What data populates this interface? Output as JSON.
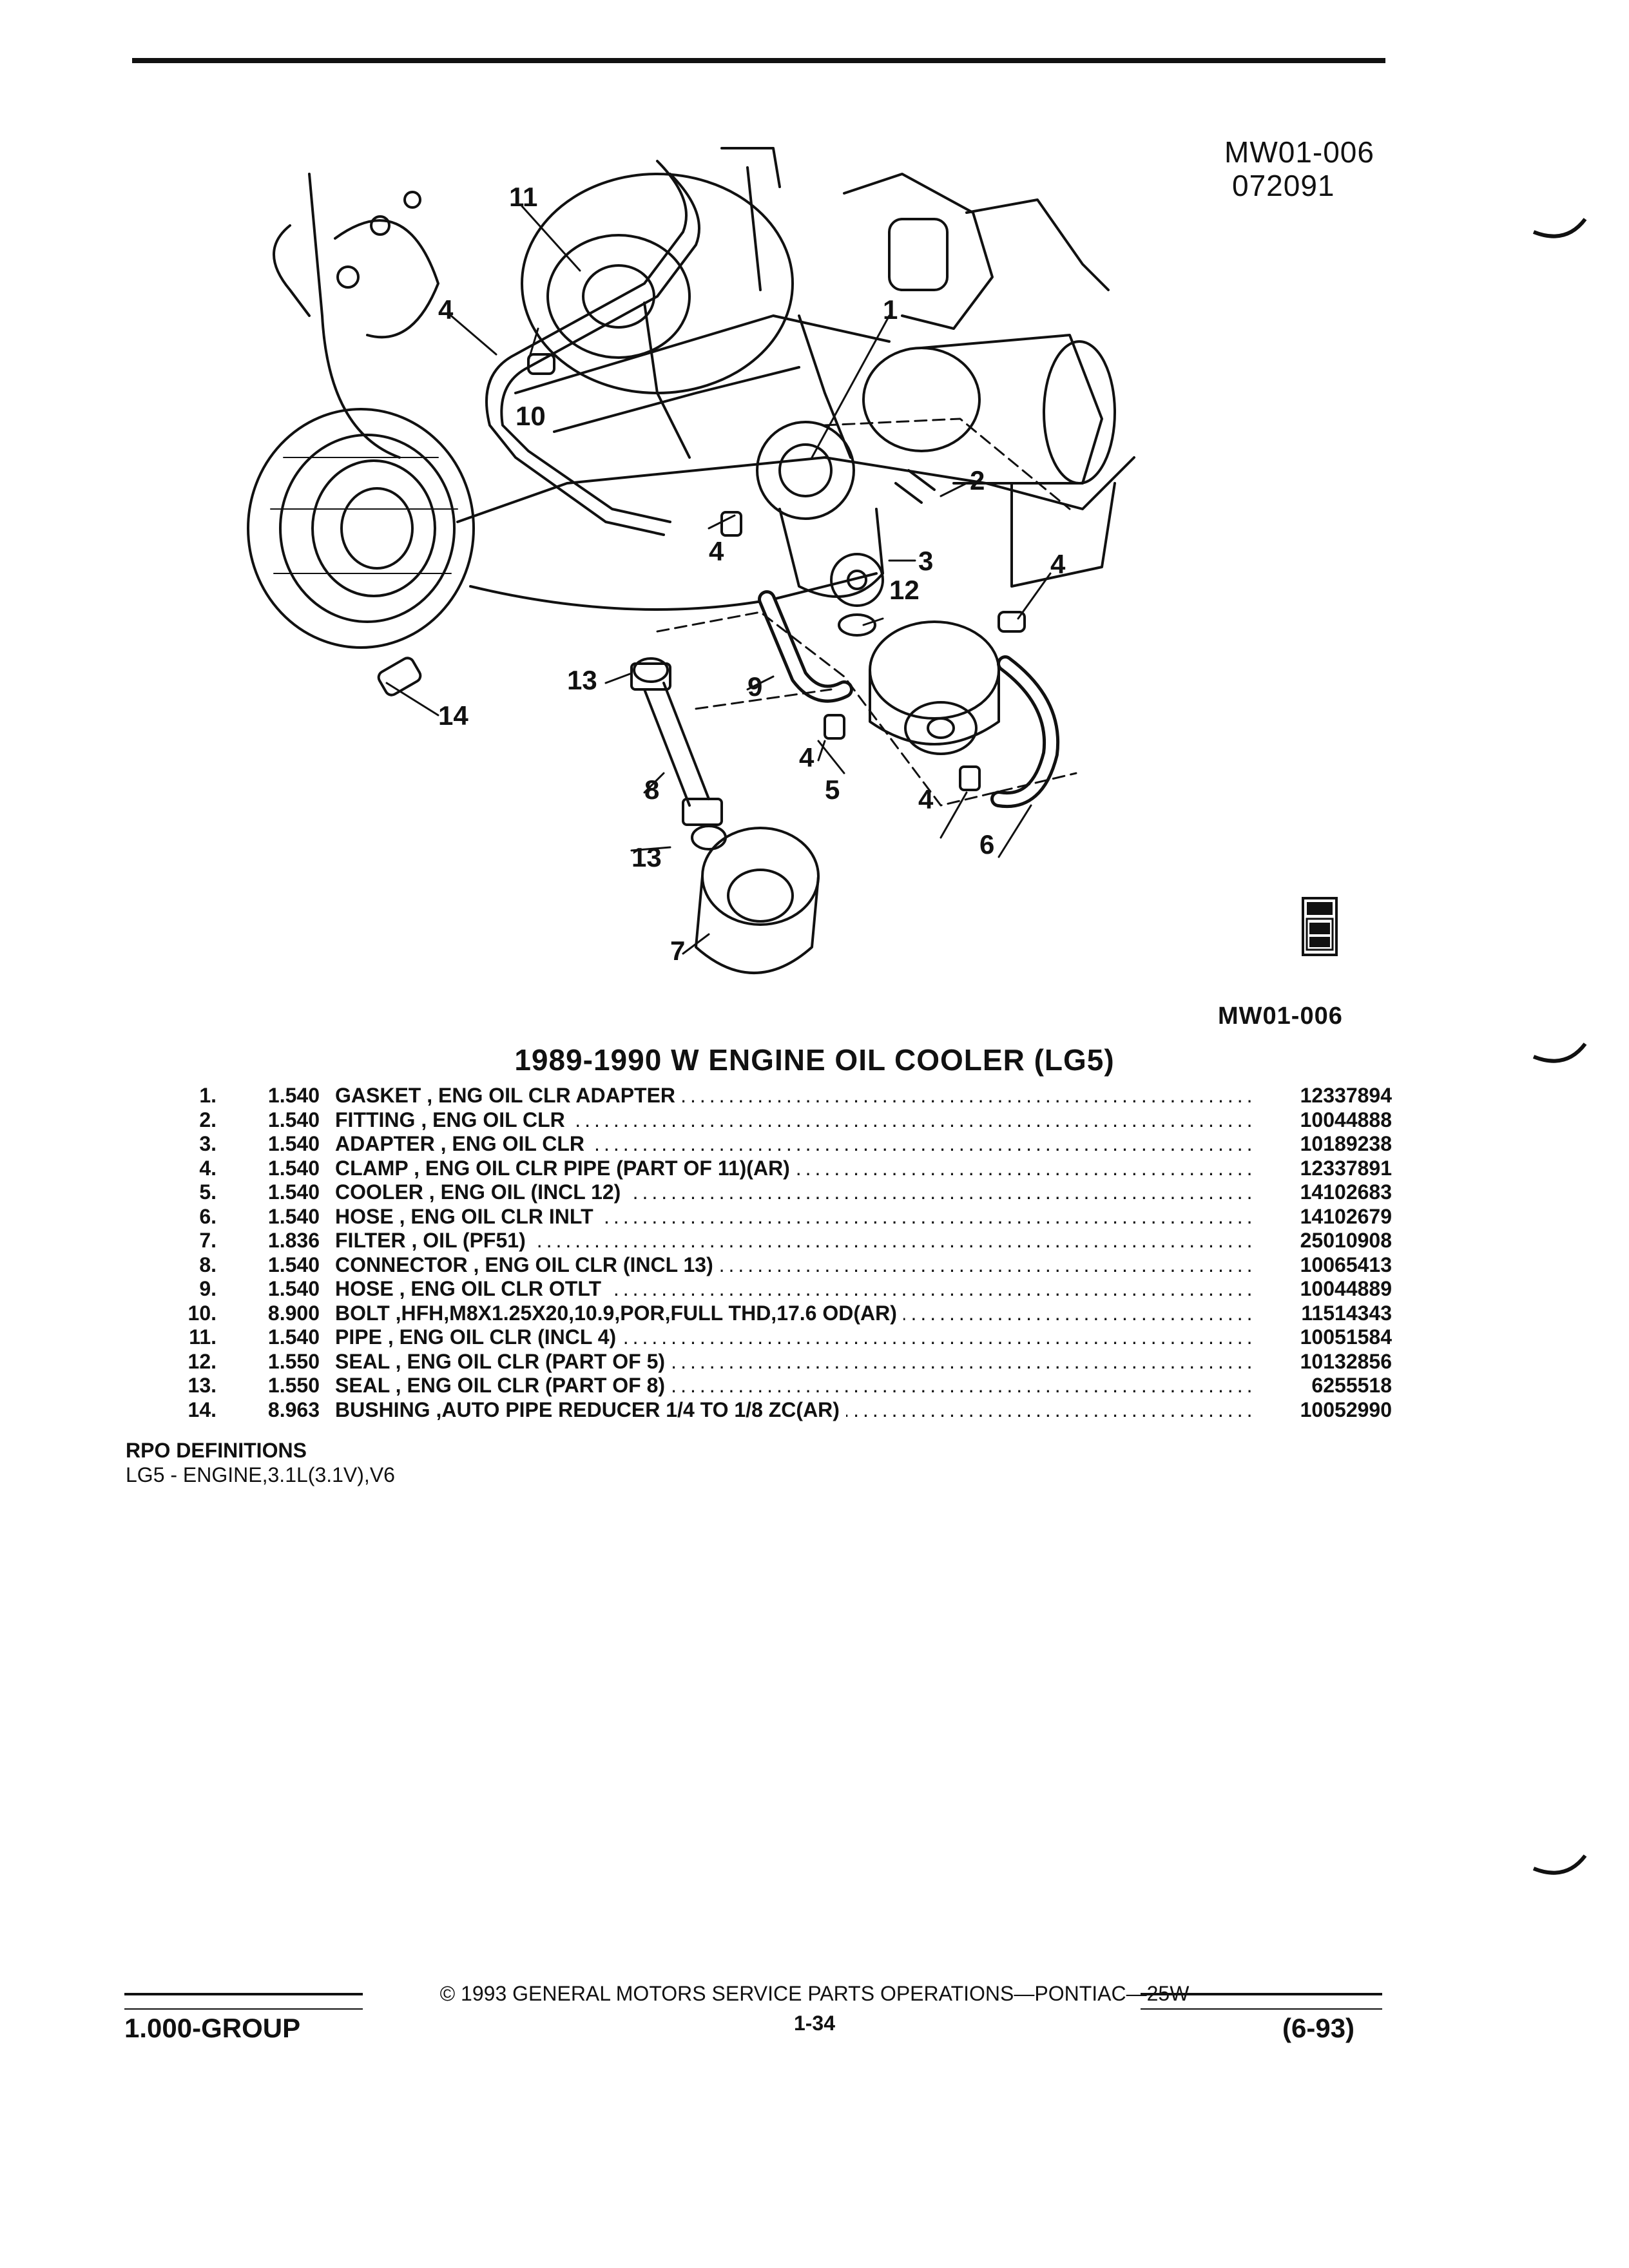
{
  "header": {
    "figure_code": "MW01-006",
    "date_code": "072091"
  },
  "diagram": {
    "callouts": [
      "1",
      "2",
      "3",
      "4",
      "4",
      "4",
      "4",
      "4",
      "5",
      "6",
      "7",
      "8",
      "9",
      "10",
      "11",
      "12",
      "13",
      "13",
      "14"
    ]
  },
  "figure_code_small": "MW01-006",
  "title": "1989-1990 W ENGINE OIL COOLER (LG5)",
  "parts": [
    {
      "num": "1.",
      "group": "1.540",
      "desc": "GASKET , ENG OIL CLR ADAPTER",
      "part": "12337894"
    },
    {
      "num": "2.",
      "group": "1.540",
      "desc": "FITTING , ENG OIL CLR",
      "part": "10044888"
    },
    {
      "num": "3.",
      "group": "1.540",
      "desc": "ADAPTER , ENG OIL CLR",
      "part": "10189238"
    },
    {
      "num": "4.",
      "group": "1.540",
      "desc": "CLAMP , ENG OIL CLR PIPE (PART OF 11)(AR)",
      "part": "12337891"
    },
    {
      "num": "5.",
      "group": "1.540",
      "desc": "COOLER , ENG OIL (INCL 12)",
      "part": "14102683"
    },
    {
      "num": "6.",
      "group": "1.540",
      "desc": "HOSE , ENG OIL CLR INLT",
      "part": "14102679"
    },
    {
      "num": "7.",
      "group": "1.836",
      "desc": "FILTER , OIL (PF51)",
      "part": "25010908"
    },
    {
      "num": "8.",
      "group": "1.540",
      "desc": "CONNECTOR , ENG OIL CLR (INCL 13)",
      "part": "10065413"
    },
    {
      "num": "9.",
      "group": "1.540",
      "desc": "HOSE , ENG OIL CLR OTLT",
      "part": "10044889"
    },
    {
      "num": "10.",
      "group": "8.900",
      "desc": "BOLT ,HFH,M8X1.25X20,10.9,POR,FULL THD,17.6 OD(AR)",
      "part": "11514343"
    },
    {
      "num": "11.",
      "group": "1.540",
      "desc": "PIPE , ENG OIL CLR (INCL 4)",
      "part": "10051584"
    },
    {
      "num": "12.",
      "group": "1.550",
      "desc": "SEAL , ENG OIL CLR (PART OF 5)",
      "part": "10132856"
    },
    {
      "num": "13.",
      "group": "1.550",
      "desc": "SEAL , ENG OIL CLR (PART OF 8)",
      "part": "6255518"
    },
    {
      "num": "14.",
      "group": "8.963",
      "desc": "BUSHING ,AUTO PIPE REDUCER 1/4 TO 1/8 ZC(AR)",
      "part": "10052990"
    }
  ],
  "rpo": {
    "heading": "RPO DEFINITIONS",
    "definition": "LG5 - ENGINE,3.1L(3.1V),V6"
  },
  "footer": {
    "copyright": "© 1993 GENERAL MOTORS SERVICE PARTS OPERATIONS—PONTIAC—25W",
    "page": "1-34",
    "group": "1.000-GROUP",
    "date": "(6-93)"
  }
}
